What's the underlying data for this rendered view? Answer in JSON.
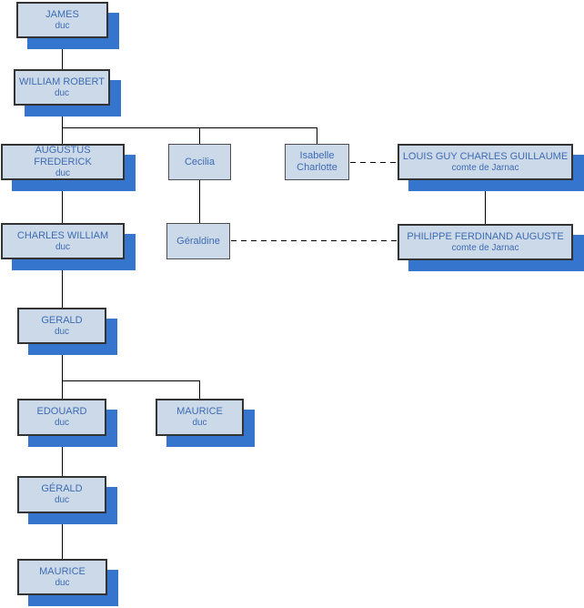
{
  "diagram": {
    "type": "family-tree",
    "nodes": [
      {
        "name": "JAMES",
        "subtitle": "duc"
      },
      {
        "name": "WILLIAM ROBERT",
        "subtitle": "duc"
      },
      {
        "name": "AUGUSTUS FREDERICK",
        "subtitle": "duc"
      },
      {
        "name": "Cecilia"
      },
      {
        "name": "Isabelle Charlotte"
      },
      {
        "name": "LOUIS GUY CHARLES GUILLAUME",
        "subtitle": "comte de Jarnac"
      },
      {
        "name": "CHARLES WILLIAM",
        "subtitle": "duc"
      },
      {
        "name": "Géraldine"
      },
      {
        "name": "PHILIPPE FERDINAND AUGUSTE",
        "subtitle": "comte de Jarnac"
      },
      {
        "name": "GERALD",
        "subtitle": "duc"
      },
      {
        "name": "EDOUARD",
        "subtitle": "duc"
      },
      {
        "name": "MAURICE",
        "subtitle": "duc"
      },
      {
        "name": "GÉRALD",
        "subtitle": "duc"
      },
      {
        "name": "MAURICE",
        "subtitle": "duc"
      }
    ],
    "colors": {
      "node_fill": "#ccd9e8",
      "node_border": "#333333",
      "node_shadow": "#3575cd",
      "text": "#3d6cb4",
      "connector": "#000000"
    }
  }
}
